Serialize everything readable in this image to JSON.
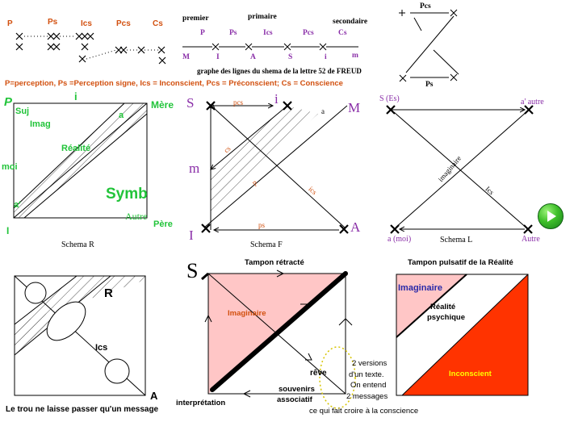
{
  "top_left": {
    "headers": [
      "P",
      "Ps",
      "Ics",
      "Pcs",
      "Cs"
    ],
    "legend": "P=perception, Ps =Perception signe, Ics = Inconscient, Pcs = Préconscient; Cs = Conscience"
  },
  "top_middle": {
    "label_premier": "premier",
    "label_primaire": "primaire",
    "label_secondaire": "secondaire",
    "letters_top": [
      "P",
      "Ps",
      "Ics",
      "Pcs",
      "Cs"
    ],
    "letters_bottom": [
      "M",
      "I",
      "A",
      "S",
      "i",
      "m"
    ],
    "caption": "graphe des lignes du shema de la lettre 52 de FREUD"
  },
  "top_right": {
    "label_pcs": "Pcs",
    "label_ps": "Ps"
  },
  "schema_r": {
    "title": "Schema R",
    "p": "P",
    "i": "i",
    "mere": "Mère",
    "suj": "Suj",
    "imag": "Imag",
    "realite": "Réalité",
    "a": "a",
    "moi": "moi",
    "a_prime": "a'",
    "symb": "Symb",
    "autre": "Autre",
    "pere": "Père",
    "bottom_i": "I"
  },
  "schema_f": {
    "title": "Schema F",
    "s": "S",
    "i": "i",
    "m_big": "M",
    "m": "m",
    "i_big": "I",
    "a_big": "A",
    "pcs": "pcs",
    "cs": "cs",
    "p": "p",
    "ics": "ics",
    "ps": "ps",
    "a_small": "a"
  },
  "schema_l": {
    "title": "Schema L",
    "s_es": "S  (Es)",
    "a_autre": "a'  autre",
    "imaginaire": "imaginaire",
    "ics": "Ics",
    "a_moi": "a (moi)",
    "autre": "Autre"
  },
  "bottom_left": {
    "r": "R",
    "ics": "Ics",
    "a": "A",
    "caption": "Le trou ne laisse passer qu'un message"
  },
  "bottom_middle": {
    "barred_s": "S",
    "title": "Tampon rétracté",
    "imaginaire": "Imaginaire",
    "reve": "rêve",
    "souvenirs": "souvenirs",
    "associatif": "associatif",
    "interpretation": "interprétation",
    "note_lines": [
      "2 versions",
      "d'un texte.",
      "On entend",
      "2 messages"
    ],
    "note_bottom": "ce qui fait croire à la conscience"
  },
  "bottom_right": {
    "title": "Tampon pulsatif de la Réalité",
    "imaginaire": "Imaginaire",
    "realite_psychique_1": "Réalité",
    "realite_psychique_2": "psychique",
    "inconscient": "Inconscient"
  },
  "colors": {
    "orange": "#d2500f",
    "purple": "#8a2fa8",
    "green": "#22c43a",
    "pink": "#ffc6c6",
    "red_orange": "#ff3300",
    "blue": "#2a2aa8",
    "yellow": "#ffff00"
  },
  "icons": {
    "play": "play-button-icon"
  }
}
